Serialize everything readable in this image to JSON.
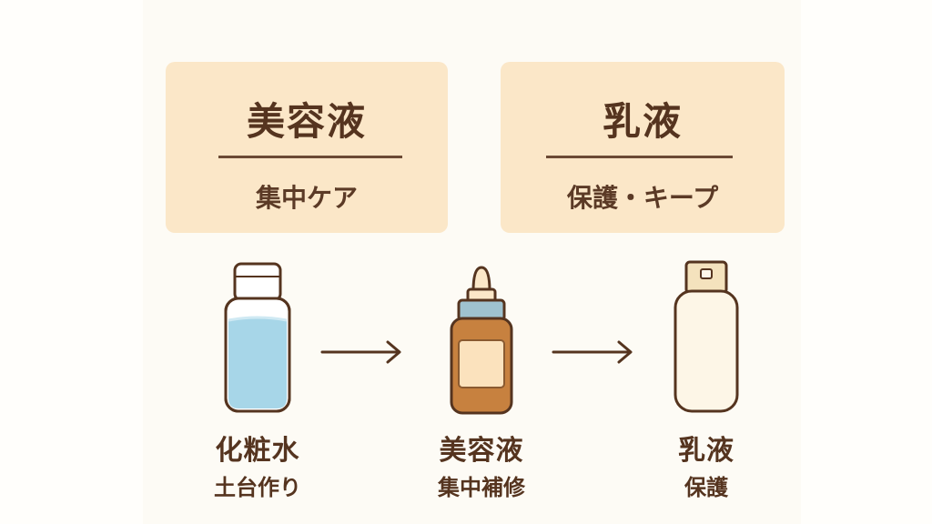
{
  "cards": [
    {
      "title": "美容液",
      "subtitle": "集中ケア"
    },
    {
      "title": "乳液",
      "subtitle": "保護・キープ"
    }
  ],
  "steps": [
    {
      "title": "化粧水",
      "subtitle": "土台作り",
      "icon": "clear-bottle-icon"
    },
    {
      "title": "美容液",
      "subtitle": "集中補修",
      "icon": "dropper-bottle-icon"
    },
    {
      "title": "乳液",
      "subtitle": "保護",
      "icon": "lotion-bottle-icon"
    }
  ],
  "colors": {
    "card_bg": "#fbe7c8",
    "text": "#55341f",
    "toner_liquid": "#a7d6e8",
    "serum_bottle": "#c7813f",
    "dropper_cap": "#9fc2cf",
    "lotion_bottle": "#fdf6e7",
    "lotion_cap": "#f4e2bd"
  }
}
